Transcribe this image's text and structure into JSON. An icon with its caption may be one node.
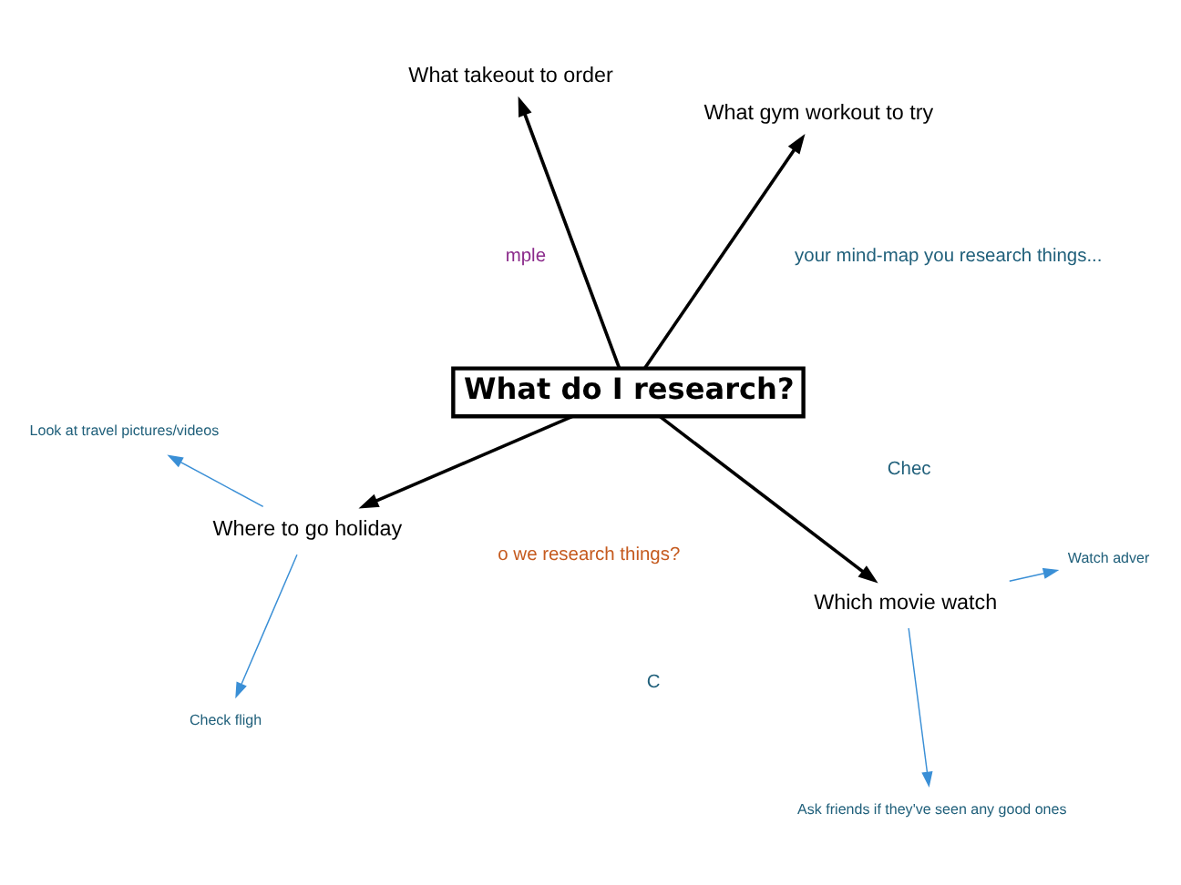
{
  "diagram": {
    "nodes": [
      {
        "text": [
          "What do I research?"
        ]
      },
      {
        "text": [
          "What gym workout to try"
        ]
      },
      {
        "text": [
          "Where to go holiday"
        ]
      },
      {
        "text": [
          "What takeout to order"
        ]
      },
      {
        "text": [
          "Which movie watch"
        ]
      },
      {
        "text": [
          "Look at travel pictures/videos"
        ]
      },
      {
        "text": [
          "Check fligh"
        ]
      },
      {
        "text": [
          "Watch adver"
        ]
      },
      {
        "text": [
          "Ask friends if they've seen any good ones"
        ]
      }
    ],
    "edges": [
      {
        "from": 0,
        "to": 1,
        "arrow": "to"
      },
      {
        "from": 0,
        "to": 2,
        "arrow": "to"
      },
      {
        "from": 0,
        "to": 3,
        "arrow": "to"
      },
      {
        "from": 0,
        "to": 4,
        "arrow": "to"
      },
      {
        "from": 2,
        "to": 5,
        "arrow": "to",
        "color": "#3a8fd6"
      },
      {
        "from": 2,
        "to": 6,
        "arrow": "to",
        "color": "#3a8fd6"
      },
      {
        "from": 4,
        "to": 7,
        "arrow": "to",
        "color": "#3a8fd6"
      },
      {
        "from": 4,
        "to": 8,
        "arrow": "to",
        "color": "#3a8fd6"
      }
    ],
    "labels": [
      "mple",
      "your mind-map you research things...",
      "o we research things?",
      "C",
      "Chec"
    ]
  }
}
